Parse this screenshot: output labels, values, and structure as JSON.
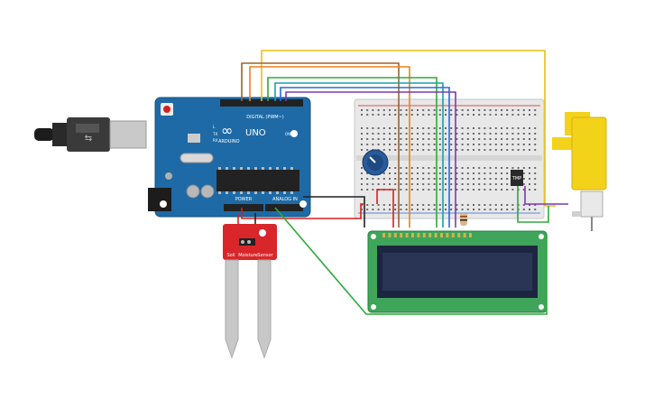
{
  "arduino": {
    "logo_text": "ARDUINO",
    "model": "UNO",
    "digital_header_label": "DIGITAL (PWM~)",
    "analog_header_label": "ANALOG IN",
    "power_header_label": "POWER",
    "tx_label": "TX",
    "rx_label": "RX",
    "l_label": "L",
    "on_label": "ON"
  },
  "moisture_sensor": {
    "labels": [
      "Soil",
      "Moisture",
      "Sensor"
    ]
  },
  "temperature_sensor": {
    "label": "TMP"
  },
  "colors": {
    "board_blue": "#1e6aa6",
    "breadboard": "#e8e8e8",
    "lcd_green": "#3fa55a",
    "lcd_screen": "#2a3556",
    "sensor_red": "#d8262a",
    "motor_yellow": "#f3d21a",
    "wire_yellow": "#e8c010",
    "wire_orange": "#e8841a",
    "wire_brown": "#a0602a",
    "wire_green": "#2eaa3a",
    "wire_teal": "#1aa0a8",
    "wire_blue": "#2a6ad8",
    "wire_purple": "#7a3ab0",
    "wire_red": "#d82020",
    "wire_black": "#222222"
  }
}
